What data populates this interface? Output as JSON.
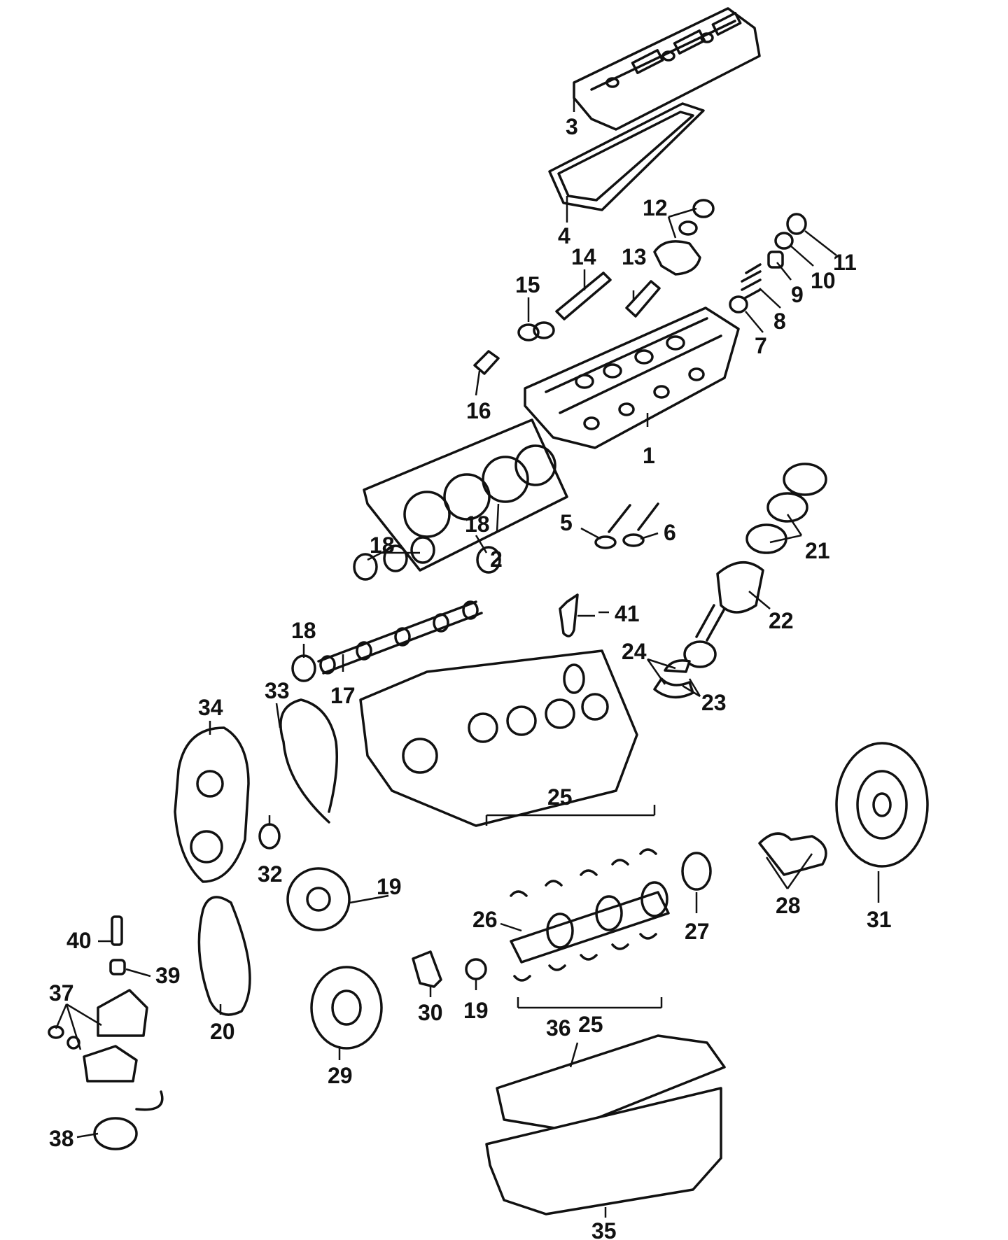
{
  "diagram": {
    "callouts": [
      {
        "id": "1",
        "label": "1"
      },
      {
        "id": "2",
        "label": "2"
      },
      {
        "id": "3",
        "label": "3"
      },
      {
        "id": "4",
        "label": "4"
      },
      {
        "id": "5",
        "label": "5"
      },
      {
        "id": "6",
        "label": "6"
      },
      {
        "id": "7",
        "label": "7"
      },
      {
        "id": "8",
        "label": "8"
      },
      {
        "id": "9",
        "label": "9"
      },
      {
        "id": "10",
        "label": "10"
      },
      {
        "id": "11",
        "label": "11"
      },
      {
        "id": "12",
        "label": "12"
      },
      {
        "id": "13",
        "label": "13"
      },
      {
        "id": "14",
        "label": "14"
      },
      {
        "id": "15",
        "label": "15"
      },
      {
        "id": "16",
        "label": "16"
      },
      {
        "id": "17",
        "label": "17"
      },
      {
        "id": "18a",
        "label": "18"
      },
      {
        "id": "18b",
        "label": "18"
      },
      {
        "id": "18c",
        "label": "18"
      },
      {
        "id": "19a",
        "label": "19"
      },
      {
        "id": "19b",
        "label": "19"
      },
      {
        "id": "20",
        "label": "20"
      },
      {
        "id": "21",
        "label": "21"
      },
      {
        "id": "22",
        "label": "22"
      },
      {
        "id": "23",
        "label": "23"
      },
      {
        "id": "24",
        "label": "24"
      },
      {
        "id": "25a",
        "label": "25"
      },
      {
        "id": "25b",
        "label": "25"
      },
      {
        "id": "26",
        "label": "26"
      },
      {
        "id": "27",
        "label": "27"
      },
      {
        "id": "28",
        "label": "28"
      },
      {
        "id": "29",
        "label": "29"
      },
      {
        "id": "30",
        "label": "30"
      },
      {
        "id": "31",
        "label": "31"
      },
      {
        "id": "32",
        "label": "32"
      },
      {
        "id": "33",
        "label": "33"
      },
      {
        "id": "34",
        "label": "34"
      },
      {
        "id": "35",
        "label": "35"
      },
      {
        "id": "36",
        "label": "36"
      },
      {
        "id": "37",
        "label": "37"
      },
      {
        "id": "38",
        "label": "38"
      },
      {
        "id": "39",
        "label": "39"
      },
      {
        "id": "40",
        "label": "40"
      },
      {
        "id": "41",
        "label": "41"
      }
    ]
  }
}
